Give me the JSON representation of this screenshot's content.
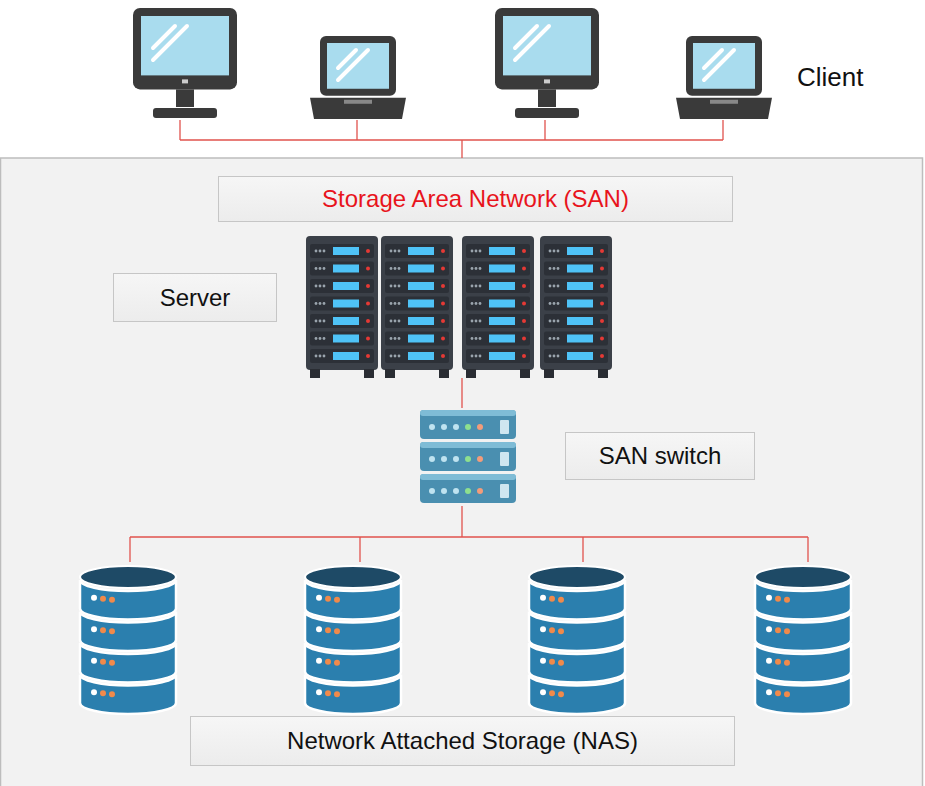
{
  "diagram": {
    "nodes": [
      {
        "text": [
          "Storage Area Network (SAN)"
        ]
      },
      {
        "text": [
          "Server"
        ]
      },
      {
        "text": [
          "SAN switch"
        ]
      },
      {
        "text": [
          "Network Attached Storage (NAS)"
        ]
      }
    ],
    "labels": [
      "Client"
    ]
  }
}
